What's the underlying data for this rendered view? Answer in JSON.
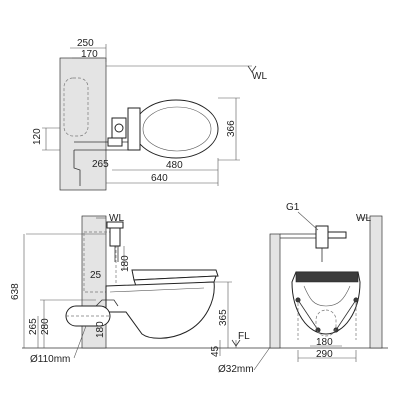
{
  "top_view": {
    "dim_250": "250",
    "dim_170": "170",
    "dim_120": "120",
    "dim_265": "265",
    "dim_366": "366",
    "dim_480": "480",
    "dim_640": "640",
    "wl_label": "WL"
  },
  "front_view": {
    "wl_label": "WL",
    "dim_638": "638",
    "dim_25": "25",
    "dim_180": "180",
    "dim_280": "280",
    "dim_265": "265",
    "dim_365": "365",
    "dim_45": "45",
    "fl_label": "FL",
    "pipe_label": "Ø110mm",
    "drain_label": "Ø32mm"
  },
  "side_view": {
    "g1_label": "G1",
    "wl_label": "WL",
    "dim_180": "180",
    "dim_290": "290"
  }
}
